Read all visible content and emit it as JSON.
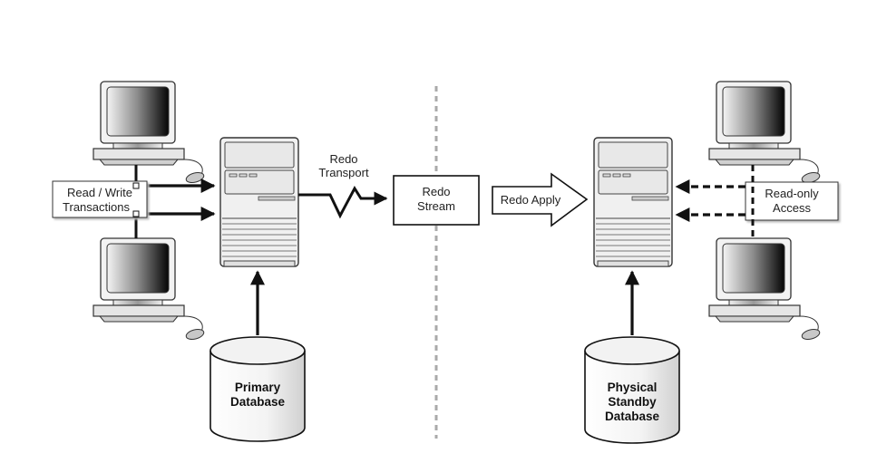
{
  "diagram": {
    "title": "Physical Standby Database Data Guard Configuration",
    "primary_side": {
      "read_write_label": [
        "Read / Write",
        "Transactions"
      ],
      "redo_transport_label": [
        "Redo",
        "Transport"
      ],
      "database_label": [
        "Primary",
        "Database"
      ]
    },
    "center": {
      "redo_stream_label": [
        "Redo",
        "Stream"
      ]
    },
    "standby_side": {
      "redo_apply_label": "Redo Apply",
      "read_only_label": [
        "Read-only",
        "Access"
      ],
      "database_label": [
        "Physical",
        "Standby",
        "Database"
      ]
    },
    "colors": {
      "stroke": "#111111",
      "fill_light": "#f2f2f2",
      "fill_mid": "#d9d9d9",
      "divider": "#aaaaaa"
    }
  }
}
